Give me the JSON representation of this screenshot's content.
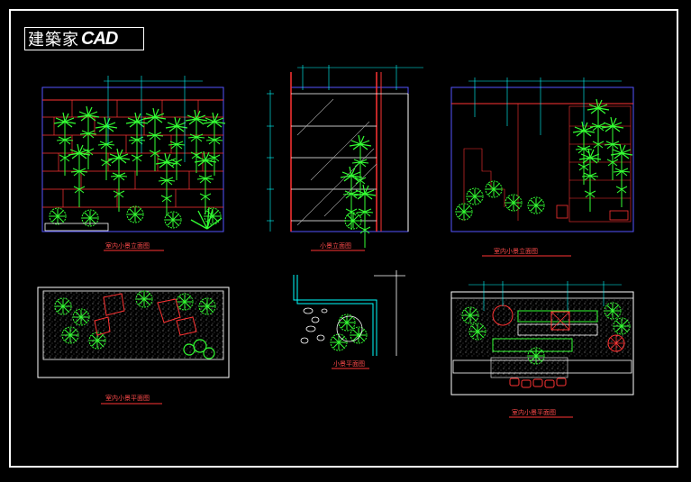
{
  "logo": {
    "chinese": "建築家",
    "cad": "CAD"
  },
  "captions": {
    "elev1": "室内小景立面图",
    "elev2": "小景立面图",
    "elev3": "室内小景立面图",
    "plan1": "室内小景平面图",
    "plan2": "小景平面图",
    "plan3": "室内小景平面图"
  },
  "colors": {
    "background": "#000000",
    "frame": "#ffffff",
    "plant": "#33ff33",
    "wall": "#ff3333",
    "dimension": "#00ffff",
    "accent": "#ffffff"
  }
}
